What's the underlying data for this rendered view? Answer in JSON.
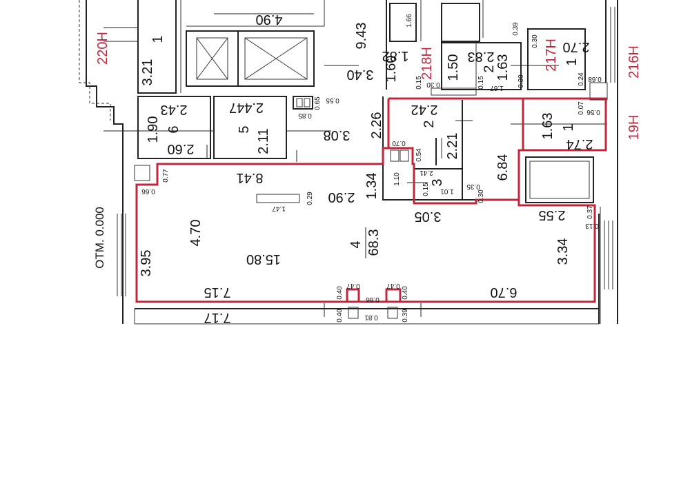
{
  "colors": {
    "highlight": "#c0263c",
    "line": "#222222",
    "background": "#ffffff"
  },
  "level_mark": "ОТМ. 0.000",
  "unit_labels": {
    "u220": "220H",
    "u218": "218H",
    "u217": "217H",
    "u216": "216H",
    "u19": "19H"
  },
  "rooms": {
    "r1_left": "1",
    "r1_topmid": "1",
    "r2_topmid": "2",
    "r1_right": "1",
    "r2_center": "2",
    "r3_center": "3",
    "r5": "5",
    "r6": "6",
    "r4_main": "4",
    "r4_area": "68.3",
    "r1_small": "1"
  },
  "dimensions": {
    "d_490": "4.90",
    "d_943": "9.43",
    "d_340": "3.40",
    "d_321": "3.21",
    "d_243": "2.43",
    "d_2447": "2.447",
    "d_190": "1.90",
    "d_260": "2.60",
    "d_211": "2.11",
    "d_308": "3.08",
    "d_226": "2.26",
    "d_160": "1.60",
    "d_182": "1.82",
    "d_150": "1.50",
    "d_283": "2.83",
    "d_163a": "1.63",
    "d_270": "2.70",
    "d_242": "2.42",
    "d_221": "2.21",
    "d_684": "6.84",
    "d_163b": "1.63",
    "d_274": "2.74",
    "d_841": "8.41",
    "d_290": "2.90",
    "d_134": "1.34",
    "d_305": "3.05",
    "d_470": "4.70",
    "d_1580": "15.80",
    "d_395": "3.95",
    "d_715": "7.15",
    "d_670": "6.70",
    "d_255": "2.55",
    "d_334": "3.34",
    "d_717": "7.17",
    "d_110": "1.10",
    "s_066": "0.66",
    "s_077": "0.77",
    "s_029": "0.29",
    "s_147": "1.47",
    "s_055": "0.55",
    "s_065": "0.65",
    "s_085": "0.85",
    "s_070": "0.70",
    "s_054": "0.54",
    "s_241": "2.41",
    "s_015a": "0.15",
    "s_101": "1.01",
    "s_035": "0.35",
    "s_030a": "0.30",
    "s_015b": "0.15",
    "s_030b": "0.30",
    "s_015c": "0.15",
    "s_167": "1.67",
    "s_030c": "0.30",
    "s_039a": "0.39",
    "s_166": "1.66",
    "s_024": "0.24",
    "s_068": "0.68",
    "s_007": "0.07",
    "s_056": "0.56",
    "s_037": "0.37",
    "s_013": "0.13",
    "s_040a": "0.40",
    "s_047a": "0.47",
    "s_086": "0.86",
    "s_047b": "0.47",
    "s_040b": "0.40",
    "s_040c": "0.40",
    "s_081": "0.81",
    "s_039b": "0.39",
    "s_030d": "0.30"
  }
}
